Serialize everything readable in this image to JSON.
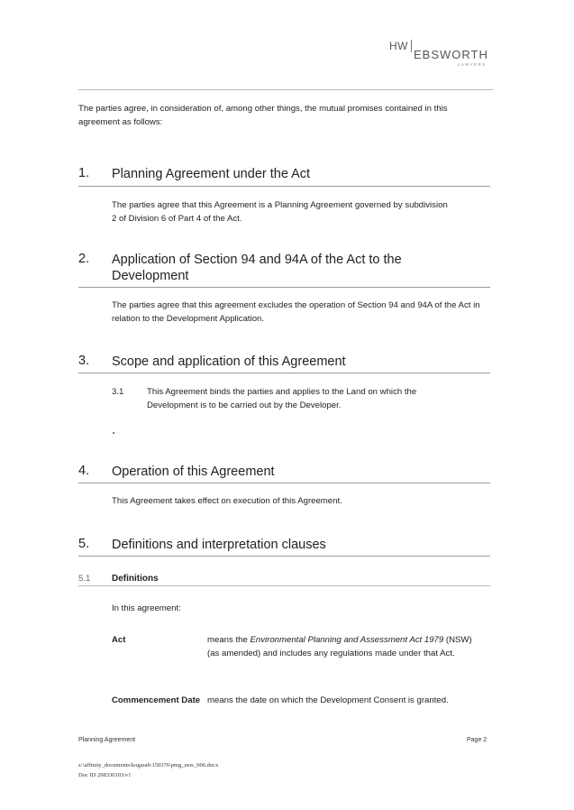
{
  "logo": {
    "part1": "HW",
    "part2": "EBSWORTH",
    "subtitle": "LAWYERS"
  },
  "intro": "The parties agree, in consideration of, among other things, the mutual promises contained in this agreement as follows:",
  "sections": [
    {
      "number": "1.",
      "title": "Planning Agreement under the Act",
      "body": "The parties agree that this Agreement is a Planning Agreement governed by subdivision 2 of Division 6 of Part 4 of the Act."
    },
    {
      "number": "2.",
      "title": "Application of Section 94 and 94A of the Act to the Development",
      "body": "The parties agree that this agreement excludes the operation of Section 94 and 94A of the Act in relation to the Development Application."
    },
    {
      "number": "3.",
      "title": "Scope and application of this Agreement",
      "clause_number": "3.1",
      "clause_text": "This Agreement binds the parties and applies to the Land on which the Development is to be carried out by the Developer."
    },
    {
      "number": "4.",
      "title": "Operation of this Agreement",
      "body": "This Agreement takes effect on execution of this Agreement."
    },
    {
      "number": "5.",
      "title": "Definitions and interpretation clauses",
      "sub_number": "5.1",
      "sub_title": "Definitions",
      "lead": "In this agreement:"
    }
  ],
  "definitions": [
    {
      "term": "Act",
      "prefix": "means the ",
      "italic": "Environmental Planning and Assessment Act 1979",
      "suffix": " (NSW) (as amended) and includes any regulations made under that Act."
    },
    {
      "term": "Commencement Date",
      "text": "means the date on which the Development Consent is granted."
    }
  ],
  "footer": {
    "left": "Planning Agreement",
    "right": "Page 2",
    "path": "z:\\affinity_documents\\kogarah\\150376\\pmg_nsw_006.docx",
    "doc_id": "Doc ID 298330103/v1"
  }
}
